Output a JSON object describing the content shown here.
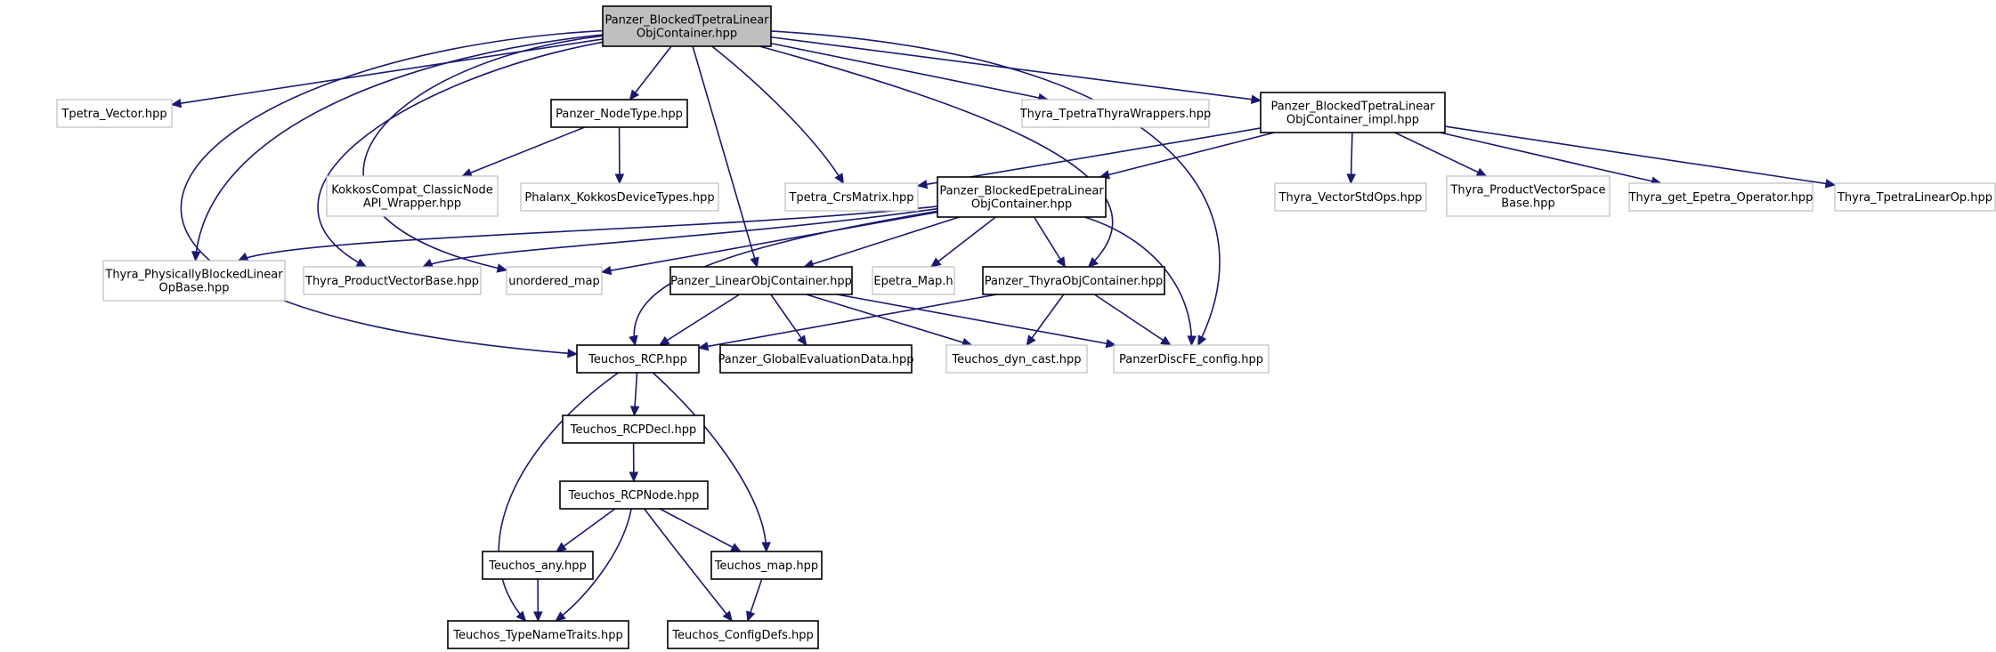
{
  "graph": {
    "colors": {
      "edge": "#191970",
      "focus_fill": "#bfbfbf",
      "focus_border": "#000000",
      "documented_border": "#000000",
      "external_border": "#bfbfbf",
      "text": "#000000"
    },
    "nodes": [
      {
        "id": "root",
        "lines": [
          "Panzer_BlockedTpetraLinear",
          "ObjContainer.hpp"
        ],
        "kind": "focus"
      },
      {
        "id": "tpetra_vector",
        "lines": [
          "Tpetra_Vector.hpp"
        ],
        "kind": "external"
      },
      {
        "id": "panzer_nodetype",
        "lines": [
          "Panzer_NodeType.hpp"
        ],
        "kind": "documented"
      },
      {
        "id": "thyra_tpetrathyrawrappers",
        "lines": [
          "Thyra_TpetraThyraWrappers.hpp"
        ],
        "kind": "external"
      },
      {
        "id": "root_impl",
        "lines": [
          "Panzer_BlockedTpetraLinear",
          "ObjContainer_impl.hpp"
        ],
        "kind": "documented"
      },
      {
        "id": "kokkoscompat",
        "lines": [
          "KokkosCompat_ClassicNode",
          "API_Wrapper.hpp"
        ],
        "kind": "external"
      },
      {
        "id": "phalanx_kokkos",
        "lines": [
          "Phalanx_KokkosDeviceTypes.hpp"
        ],
        "kind": "external"
      },
      {
        "id": "tpetra_crsmatrix",
        "lines": [
          "Tpetra_CrsMatrix.hpp"
        ],
        "kind": "external"
      },
      {
        "id": "blocked_epetra",
        "lines": [
          "Panzer_BlockedEpetraLinear",
          "ObjContainer.hpp"
        ],
        "kind": "documented"
      },
      {
        "id": "thyra_vectorstdops",
        "lines": [
          "Thyra_VectorStdOps.hpp"
        ],
        "kind": "external"
      },
      {
        "id": "thyra_productvectorspacebase",
        "lines": [
          "Thyra_ProductVectorSpace",
          "Base.hpp"
        ],
        "kind": "external"
      },
      {
        "id": "thyra_get_epetra_operator",
        "lines": [
          "Thyra_get_Epetra_Operator.hpp"
        ],
        "kind": "external"
      },
      {
        "id": "thyra_tpetralinearop",
        "lines": [
          "Thyra_TpetraLinearOp.hpp"
        ],
        "kind": "external"
      },
      {
        "id": "thyra_physicallyblocked",
        "lines": [
          "Thyra_PhysicallyBlockedLinear",
          "OpBase.hpp"
        ],
        "kind": "external"
      },
      {
        "id": "thyra_productvectorbase",
        "lines": [
          "Thyra_ProductVectorBase.hpp"
        ],
        "kind": "external"
      },
      {
        "id": "unordered_map",
        "lines": [
          "unordered_map"
        ],
        "kind": "external"
      },
      {
        "id": "panzer_linearobjcontainer",
        "lines": [
          "Panzer_LinearObjContainer.hpp"
        ],
        "kind": "documented"
      },
      {
        "id": "epetra_map",
        "lines": [
          "Epetra_Map.h"
        ],
        "kind": "external"
      },
      {
        "id": "panzer_thyraobjcontainer",
        "lines": [
          "Panzer_ThyraObjContainer.hpp"
        ],
        "kind": "documented"
      },
      {
        "id": "teuchos_rcp",
        "lines": [
          "Teuchos_RCP.hpp"
        ],
        "kind": "documented"
      },
      {
        "id": "panzer_globalevaluationdata",
        "lines": [
          "Panzer_GlobalEvaluationData.hpp"
        ],
        "kind": "documented"
      },
      {
        "id": "teuchos_dyn_cast",
        "lines": [
          "Teuchos_dyn_cast.hpp"
        ],
        "kind": "external"
      },
      {
        "id": "panzerdiscfe_config",
        "lines": [
          "PanzerDiscFE_config.hpp"
        ],
        "kind": "external"
      },
      {
        "id": "teuchos_rcpdecl",
        "lines": [
          "Teuchos_RCPDecl.hpp"
        ],
        "kind": "documented"
      },
      {
        "id": "teuchos_rcpnode",
        "lines": [
          "Teuchos_RCPNode.hpp"
        ],
        "kind": "documented"
      },
      {
        "id": "teuchos_any",
        "lines": [
          "Teuchos_any.hpp"
        ],
        "kind": "documented"
      },
      {
        "id": "teuchos_map",
        "lines": [
          "Teuchos_map.hpp"
        ],
        "kind": "documented"
      },
      {
        "id": "teuchos_typenametraits",
        "lines": [
          "Teuchos_TypeNameTraits.hpp"
        ],
        "kind": "documented"
      },
      {
        "id": "teuchos_configdefs",
        "lines": [
          "Teuchos_ConfigDefs.hpp"
        ],
        "kind": "documented"
      }
    ],
    "edges": [
      {
        "from": "root",
        "to": "tpetra_vector"
      },
      {
        "from": "root",
        "to": "panzer_nodetype"
      },
      {
        "from": "root",
        "to": "thyra_tpetrathyrawrappers"
      },
      {
        "from": "root",
        "to": "root_impl"
      },
      {
        "from": "root",
        "to": "tpetra_crsmatrix"
      },
      {
        "from": "root",
        "to": "thyra_physicallyblocked"
      },
      {
        "from": "root",
        "to": "thyra_productvectorbase"
      },
      {
        "from": "root",
        "to": "unordered_map"
      },
      {
        "from": "root",
        "to": "panzer_linearobjcontainer"
      },
      {
        "from": "root",
        "to": "panzer_thyraobjcontainer"
      },
      {
        "from": "root",
        "to": "teuchos_rcp"
      },
      {
        "from": "root",
        "to": "panzerdiscfe_config"
      },
      {
        "from": "panzer_nodetype",
        "to": "kokkoscompat"
      },
      {
        "from": "panzer_nodetype",
        "to": "phalanx_kokkos"
      },
      {
        "from": "root_impl",
        "to": "tpetra_crsmatrix"
      },
      {
        "from": "root_impl",
        "to": "blocked_epetra"
      },
      {
        "from": "root_impl",
        "to": "thyra_vectorstdops"
      },
      {
        "from": "root_impl",
        "to": "thyra_productvectorspacebase"
      },
      {
        "from": "root_impl",
        "to": "thyra_get_epetra_operator"
      },
      {
        "from": "root_impl",
        "to": "thyra_tpetralinearop"
      },
      {
        "from": "blocked_epetra",
        "to": "thyra_physicallyblocked"
      },
      {
        "from": "blocked_epetra",
        "to": "thyra_productvectorbase"
      },
      {
        "from": "blocked_epetra",
        "to": "unordered_map"
      },
      {
        "from": "blocked_epetra",
        "to": "panzer_linearobjcontainer"
      },
      {
        "from": "blocked_epetra",
        "to": "epetra_map"
      },
      {
        "from": "blocked_epetra",
        "to": "panzer_thyraobjcontainer"
      },
      {
        "from": "blocked_epetra",
        "to": "teuchos_rcp"
      },
      {
        "from": "blocked_epetra",
        "to": "panzerdiscfe_config"
      },
      {
        "from": "panzer_linearobjcontainer",
        "to": "teuchos_rcp"
      },
      {
        "from": "panzer_linearobjcontainer",
        "to": "panzer_globalevaluationdata"
      },
      {
        "from": "panzer_linearobjcontainer",
        "to": "teuchos_dyn_cast"
      },
      {
        "from": "panzer_linearobjcontainer",
        "to": "panzerdiscfe_config"
      },
      {
        "from": "panzer_thyraobjcontainer",
        "to": "teuchos_rcp"
      },
      {
        "from": "panzer_thyraobjcontainer",
        "to": "teuchos_dyn_cast"
      },
      {
        "from": "panzer_thyraobjcontainer",
        "to": "panzerdiscfe_config"
      },
      {
        "from": "teuchos_rcp",
        "to": "teuchos_rcpdecl"
      },
      {
        "from": "teuchos_rcp",
        "to": "teuchos_map"
      },
      {
        "from": "teuchos_rcp",
        "to": "teuchos_typenametraits"
      },
      {
        "from": "teuchos_rcpdecl",
        "to": "teuchos_rcpnode"
      },
      {
        "from": "teuchos_rcpnode",
        "to": "teuchos_any"
      },
      {
        "from": "teuchos_rcpnode",
        "to": "teuchos_map"
      },
      {
        "from": "teuchos_rcpnode",
        "to": "teuchos_typenametraits"
      },
      {
        "from": "teuchos_rcpnode",
        "to": "teuchos_configdefs"
      },
      {
        "from": "teuchos_any",
        "to": "teuchos_typenametraits"
      },
      {
        "from": "teuchos_map",
        "to": "teuchos_configdefs"
      }
    ]
  }
}
